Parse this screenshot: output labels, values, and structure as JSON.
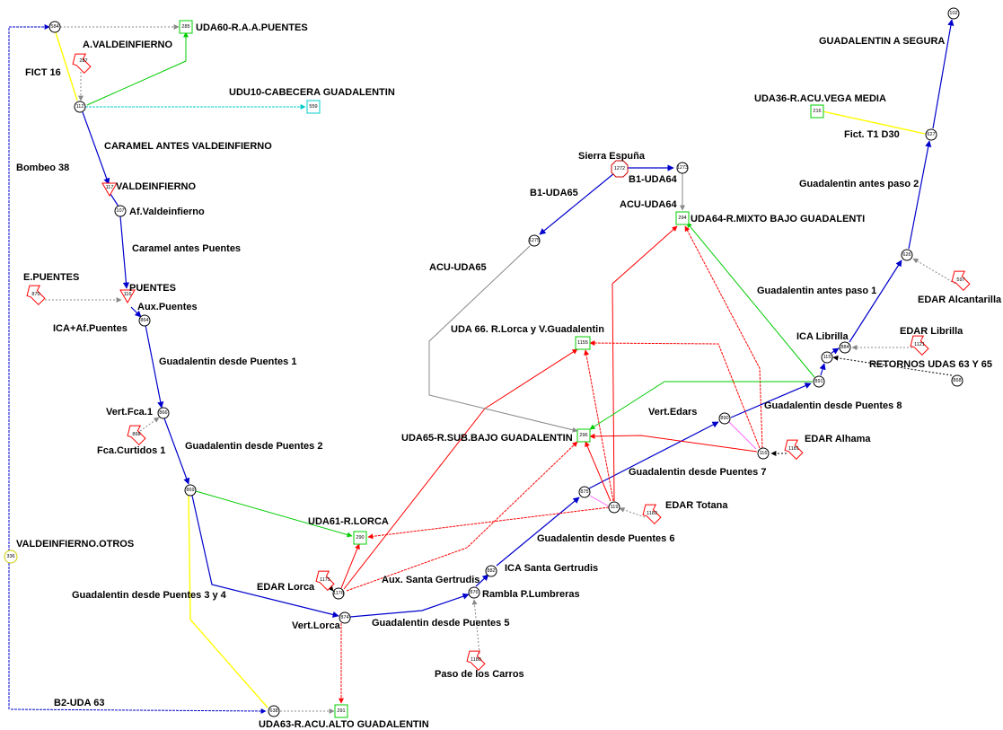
{
  "colors": {
    "river": "#0000cc",
    "supply": "#00cc00",
    "return": "#ff0000",
    "transfer": "#ffff00",
    "aux": "#888888",
    "cyan": "#00cccc",
    "pink": "#ff66ff",
    "black": "#000000"
  },
  "nodes": {
    "n584": "584",
    "n112": "112",
    "n1272": "1272",
    "n1273": "1273",
    "n1275": "1275",
    "n107": "107",
    "n864": "864",
    "n866": "866",
    "n869": "869",
    "n1176": "1176",
    "n874": "874",
    "n882": "882",
    "n876": "876",
    "n875": "875",
    "n119": "119",
    "n116": "116",
    "n890": "890",
    "n891": "891",
    "n115": "115",
    "n884": "884",
    "n626": "626",
    "n627": "627",
    "n102": "102",
    "n638": "638",
    "n336": "336",
    "n868": "868"
  },
  "demands": {
    "d285": "285",
    "d559": "559",
    "d216": "216",
    "d294": "294",
    "d1155": "1155",
    "d296": "296",
    "d290": "290",
    "d291": "291"
  },
  "reservoirs": {
    "r117": "117",
    "r116": "116"
  },
  "inflows": {
    "i287": "287",
    "i870": "870",
    "i868": "868",
    "i1175": "1175",
    "i1180": "1180",
    "i1183": "1183",
    "i1181": "1181",
    "i1121": "1121",
    "i597": "597"
  },
  "labels": {
    "uda60": "UDA60-R.A.A.PUENTES",
    "a_valdeinfierno": "A.VALDEINFIERNO",
    "fict16": "FICT 16",
    "udu10": "UDU10-CABECERA GUADALENTIN",
    "caramel_antes_valde": "CARAMEL ANTES VALDEINFIERNO",
    "bombeo38": "Bombeo 38",
    "valdeinfierno": "VALDEINFIERNO",
    "af_valdeinfierno": "Af.Valdeinfierno",
    "caramel_antes_puentes": "Caramel antes Puentes",
    "e_puentes": "E.PUENTES",
    "puentes": "PUENTES",
    "aux_puentes": "Aux.Puentes",
    "ica_af_puentes": "ICA+Af.Puentes",
    "gdp1": "Guadalentin desde Puentes 1",
    "vert_fca1": "Vert.Fca.1",
    "fca_curtidos": "Fca.Curtidos 1",
    "gdp2": "Guadalentin desde Puentes 2",
    "uda61": "UDA61-R.LORCA",
    "valdeinfierno_otros": "VALDEINFIERNO.OTROS",
    "gdp34": "Guadalentin desde Puentes 3 y 4",
    "edar_lorca": "EDAR Lorca",
    "vert_lorca": "Vert.Lorca",
    "aux_santa": "Aux. Santa Gertrudis",
    "gdp5": "Guadalentin desde Puentes 5",
    "b2_uda63": "B2-UDA 63",
    "uda63": "UDA63-R.ACU.ALTO GUADALENTIN",
    "paso_carros": "Paso de los Carros",
    "rambla": "Rambla P.Lumbreras",
    "ica_santa": "ICA Santa Gertrudis",
    "gdp6": "Guadalentin desde Puentes 6",
    "edar_totana": "EDAR Totana",
    "gdp7": "Guadalentin desde Puentes 7",
    "uda65": "UDA65-R.SUB.BAJO GUADALENTIN",
    "vert_edars": "Vert.Edars",
    "edar_alhama": "EDAR Alhama",
    "gdp8": "Guadalentin desde Puentes 8",
    "uda66": "UDA 66. R.Lorca y V.Guadalentin",
    "acu_uda65": "ACU-UDA65",
    "b1_uda65": "B1-UDA65",
    "sierra": "Sierra Espuña",
    "b1_uda64": "B1-UDA64",
    "acu_uda64": "ACU-UDA64",
    "uda64": "UDA64-R.MIXTO BAJO GUADALENTI",
    "gap1": "Guadalentin antes paso 1",
    "gap2": "Guadalentin antes paso 2",
    "ica_librilla": "ICA Librilla",
    "edar_librilla": "EDAR Librilla",
    "retornos": "RETORNOS UDAS 63 Y 65",
    "edar_alcantarilla": "EDAR Alcantarilla",
    "fict_t1": "Fict. T1 D30",
    "uda36": "UDA36-R.ACU.VEGA MEDIA",
    "gas": "GUADALENTIN A SEGURA"
  }
}
